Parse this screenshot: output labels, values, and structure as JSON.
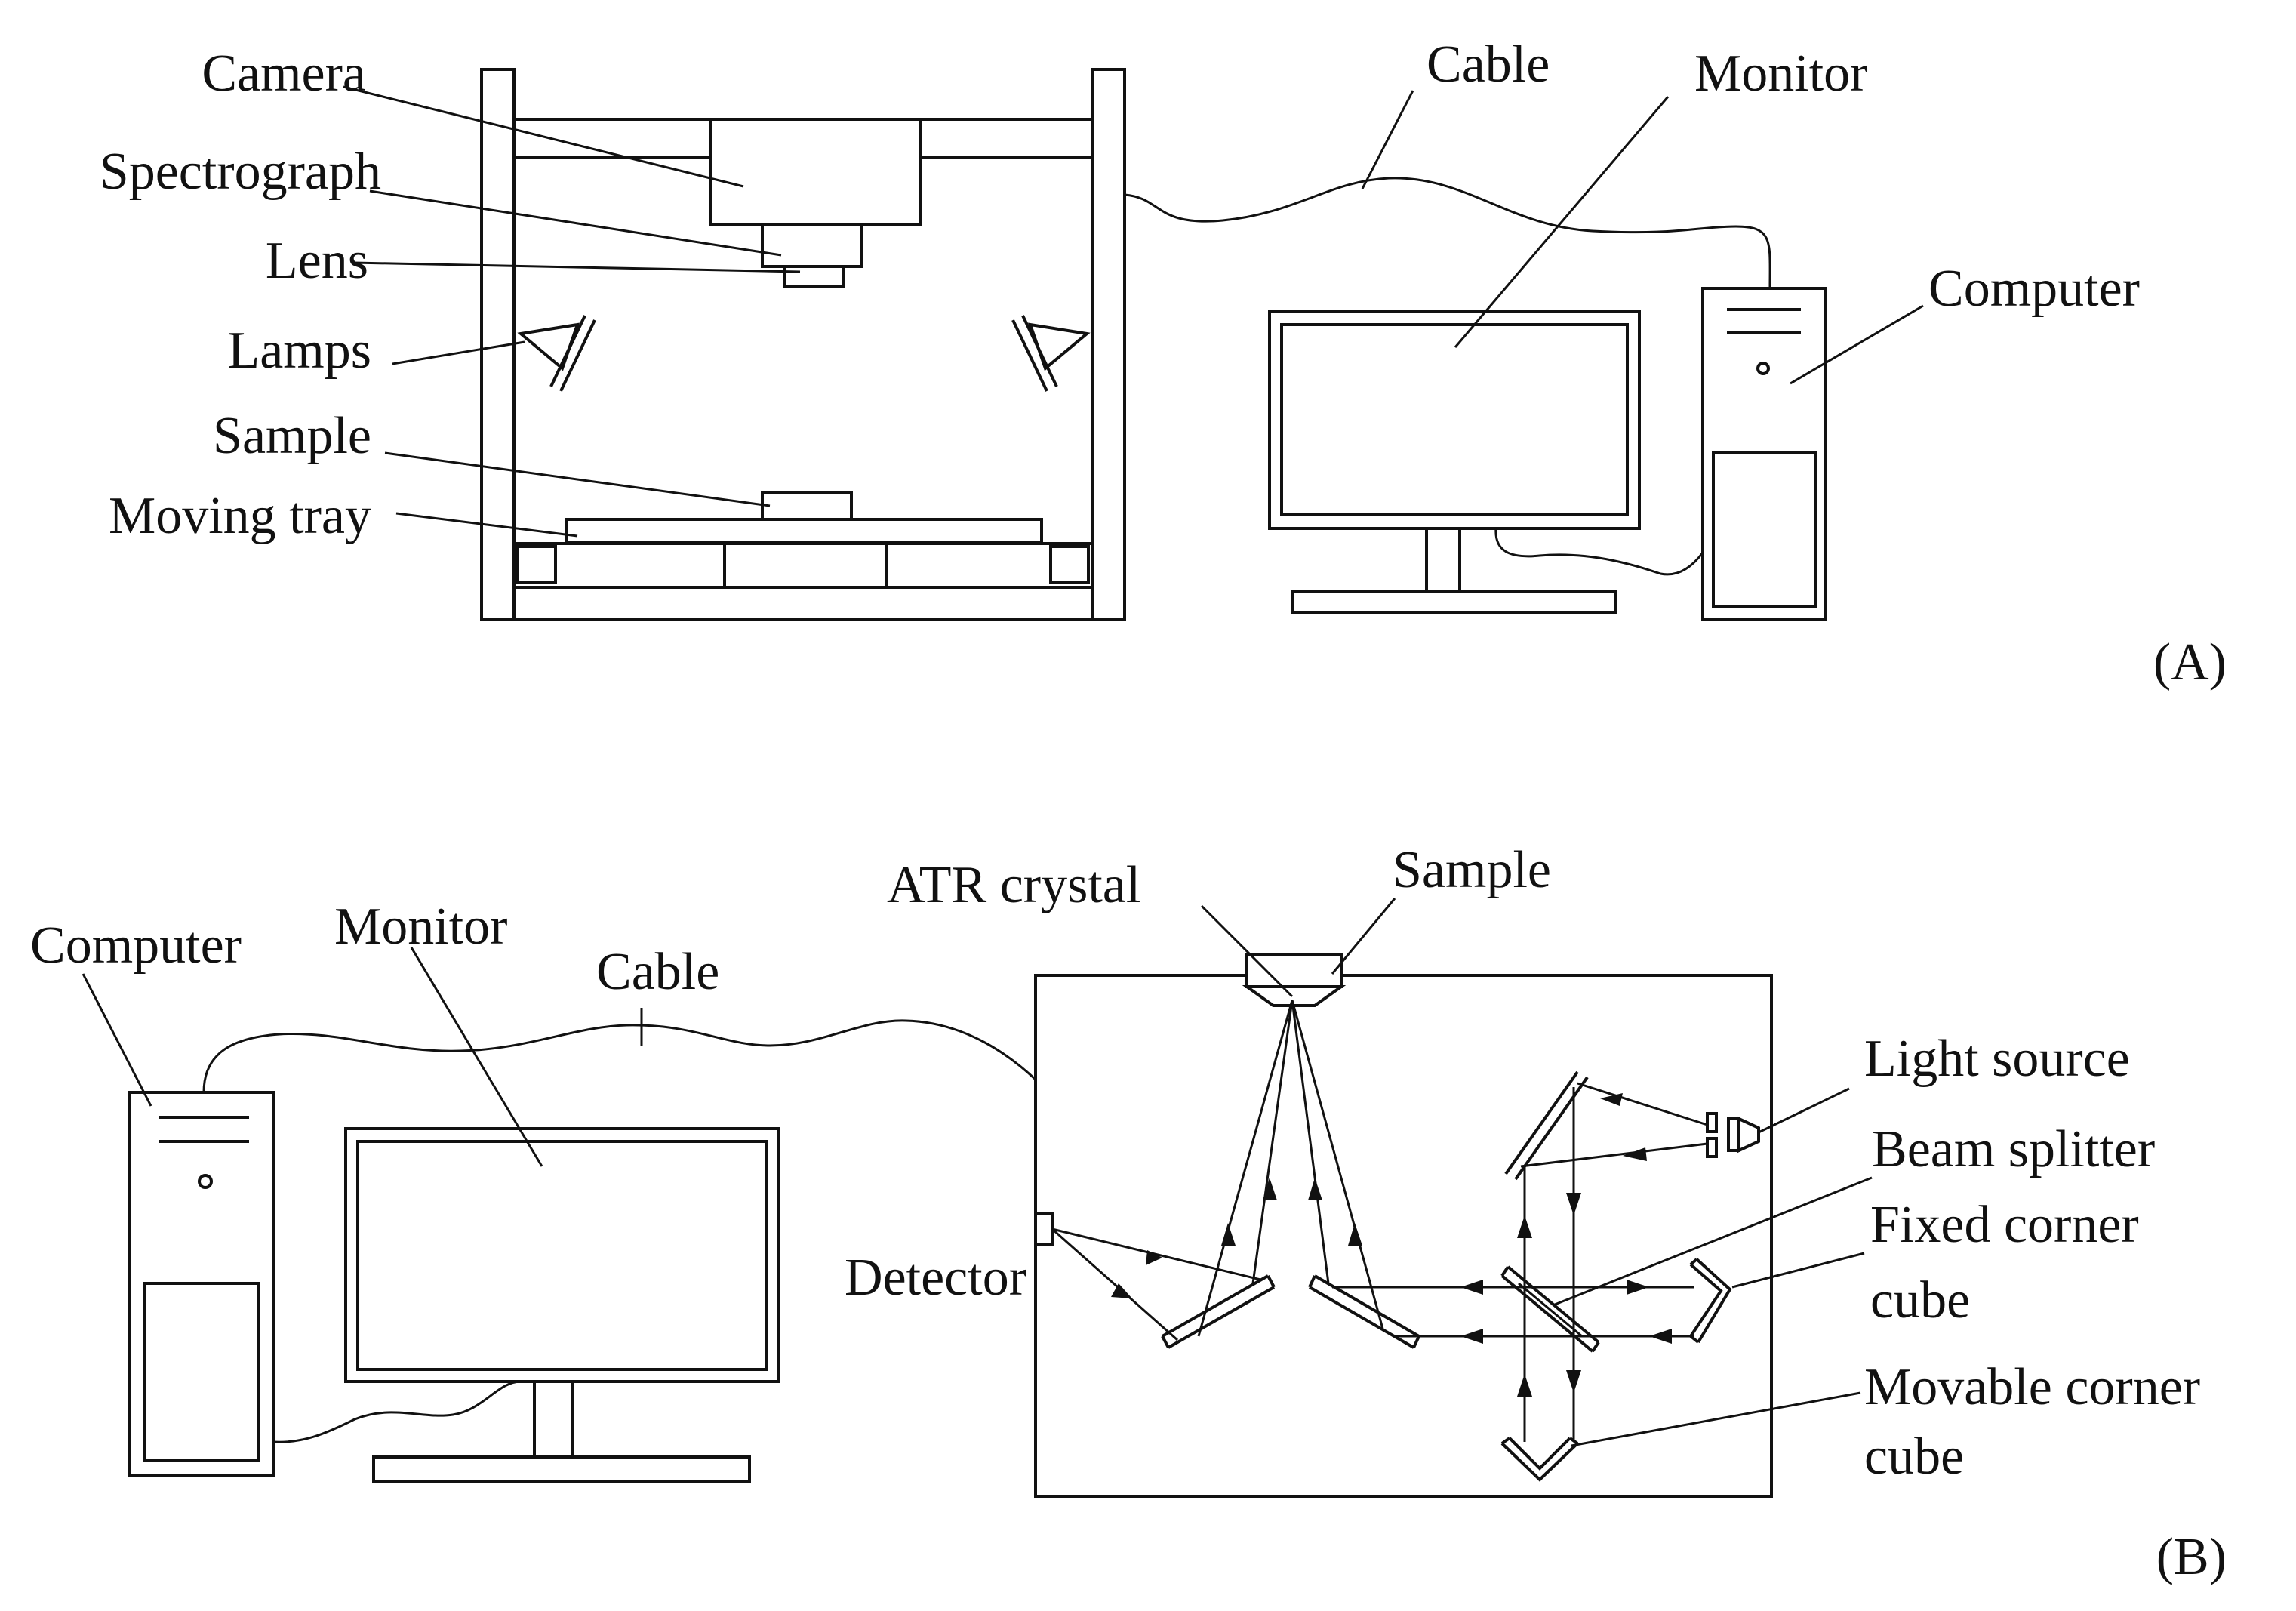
{
  "panel_a": {
    "tag": "(A)",
    "labels": {
      "camera": "Camera",
      "spectrograph": "Spectrograph",
      "lens": "Lens",
      "lamps": "Lamps",
      "sample": "Sample",
      "moving_tray": "Moving tray",
      "cable": "Cable",
      "monitor": "Monitor",
      "computer": "Computer"
    }
  },
  "panel_b": {
    "tag": "(B)",
    "labels": {
      "computer": "Computer",
      "monitor": "Monitor",
      "cable": "Cable",
      "atr_crystal": "ATR crystal",
      "sample": "Sample",
      "detector": "Detector",
      "light_source": "Light source",
      "beam_splitter": "Beam splitter",
      "fixed_corner_cube_line1": "Fixed corner",
      "fixed_corner_cube_line2": "cube",
      "movable_corner_cube_line1": "Movable corner",
      "movable_corner_cube_line2": "cube"
    }
  },
  "colors": {
    "line": "#111111",
    "background": "#ffffff"
  }
}
